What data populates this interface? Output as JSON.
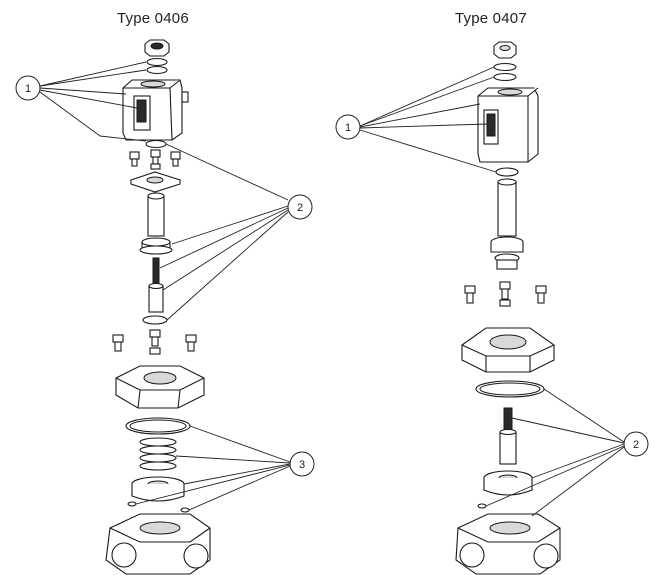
{
  "titles": {
    "left": "Type 0406",
    "right": "Type 0407"
  },
  "callouts": {
    "coil_left": "1",
    "seals_left": "2",
    "diaphragm_left": "3",
    "coil_right": "1",
    "seals_right": "2"
  }
}
